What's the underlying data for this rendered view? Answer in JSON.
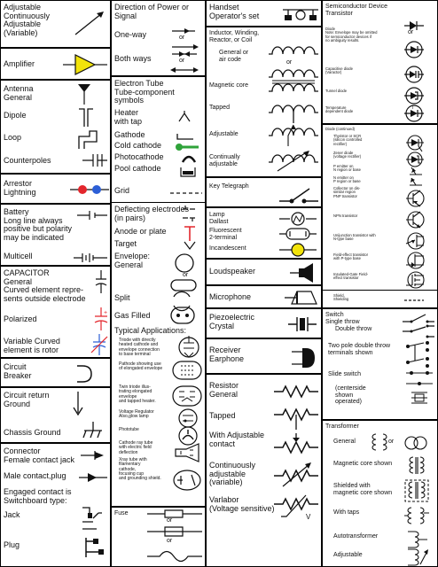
{
  "colors": {
    "amplifier": "#f2e30a",
    "green": "#2fa33a",
    "red": "#e3262c",
    "blue": "#2c5fd6",
    "ink": "#111111"
  },
  "c1": {
    "adjustable": "Adjustable\nContinuously\nAdjustable\n(Variable)",
    "amplifier": "Amplifier",
    "antenna": "Antenna\nGeneral",
    "dipole": "Dipole",
    "loop": "Loop",
    "counterpoles": "Counterpoles",
    "arrestor": "Arrestor\nLightning",
    "battery": "Battery\nLong line always\npositive but polarity\nmay be indicated",
    "multicell": "Multicell",
    "capacitor": "CAPACITOR\nGeneral\nCurved element repre-\nsents outside electrode",
    "polarized": "Polarized",
    "variable_curved": "Variable Curved\nelement is rotor",
    "breaker": "Circuit\nBreaker",
    "return": "Circuit return\nGround",
    "chassis": "Chassis Ground",
    "connector": "Connector\nFemale contact jack",
    "male": "Male contact,plug",
    "engaged": "Engaged contact is\nSwitchboard type:",
    "jack": "Jack",
    "plug": "Plug"
  },
  "c2": {
    "direction": "Direction of Power or\nSignal",
    "one_way": "One-way",
    "both_ways": "Both ways",
    "or1": "or",
    "or2": "or",
    "tube_title": "Electron Tube\nTube-component symbols",
    "heater": "Heater\nwith tap",
    "gathode": "Gathode",
    "cold_cathode": "Cold cathode",
    "photocathode": "Photocathode",
    "pool_cathode": "Pool cathode",
    "grid": "Grid",
    "deflecting": "Deflecting electrodes\n(in pairs)",
    "anode": "Anode or plate",
    "target": "Target",
    "envelope": "Envelope:\nGeneral",
    "or3": "or",
    "split": "Split",
    "gas_filled": "Gas Filled",
    "typical": "Typical Applications:",
    "app1": "Triode with directly\nheated cathode and\nenvelope connection\nto base terminal",
    "app2": "Pathode showing use\nof elongated envelope",
    "app3": "Twin triode illus-\ntrating elongated\nenvelope\nand tapped heater.",
    "app4": "Voltage Regulator\nAlso,glow lamp",
    "app5": "Phototube",
    "app6": "Cathode ray tube\nwith electric field\ndeflection",
    "app7": "Xray tube with\nfilamentary\ncathode,\nfocusing cup\nand grounding shield.",
    "fuse": "Fuse",
    "or4": "or",
    "or5": "or"
  },
  "c3": {
    "handset": "Handset\nOperator's set",
    "inductor": "Inductor, Winding,\nReactor, or Coil",
    "general_air": "General or\nair code",
    "or_i": "or",
    "magnetic_core": "Magnetic core",
    "tapped": "Tapped",
    "adjustable": "Adjustable",
    "continually": "Continually\nadjustable",
    "key_telegraph": "Key Telegraph",
    "lamp": "Lamp\nDallast",
    "fluorescent": "Fluorescent\n2-terminal",
    "incandescent": "Incandescent",
    "loudspeaker": "Loudspeaker",
    "microphone": "Microphone",
    "piezo": "Piezoelectric\nCrystal",
    "receiver": "Receiver\nEarphone",
    "resistor": "Resistor\nGeneral",
    "r_tapped": "Tapped",
    "with_adjustable": "With Adjustable\ncontact",
    "cont_adjustable": "Continuously\nadjustable\n(variable)",
    "varlabor": "Varlabor\n(Voltage sensitive)"
  },
  "c4": {
    "semi_title": "Semiconductor Device\nTransistor",
    "diode": "Diode\nNote: Envelope may be omitted\nfor semiconductor devices if\nno ambiguity results.",
    "or_d": "or",
    "capacitive": "Capacitive diode\n(Varactor)",
    "tunnel": "Tunnel diode",
    "temp": "Temperature\ndependent diode",
    "cont": "Diode (continued)",
    "thyristor": "Thyristor or SCR\n(silicon controlled\nrectifier)",
    "zener": "Zener diode\n(voltage rectifier)",
    "p_emitter": "P emitter on\nN region or base",
    "n_emitter": "N emitter on\nP region or base",
    "collector": "Collector on dis-\nsimilar region\nPNP transistor",
    "npn": "NPN transistor",
    "unijunction": "Unijunction transistor with\nN-type base",
    "fet": "Field-effect transistor\nwith P-type base",
    "igfet": "Insulated-Gate Field-\neffect transistor",
    "shield": "Shield,\nShielding",
    "switch": "Switch\nSingle throw",
    "double": "Double throw",
    "two_pole": "Two pole double throw\nterminals shown",
    "slide": "Slide switch",
    "centerside": "(centerside\nshown\noperated)",
    "transformer": "Transformer",
    "general": "General",
    "or_t": "or",
    "mag_core": "Magnetic core shown",
    "shielded": "Shielded with\nmagnetic core shown",
    "taps": "With taps",
    "auto": "Autotransformer",
    "adjustable": "Adjustable"
  }
}
